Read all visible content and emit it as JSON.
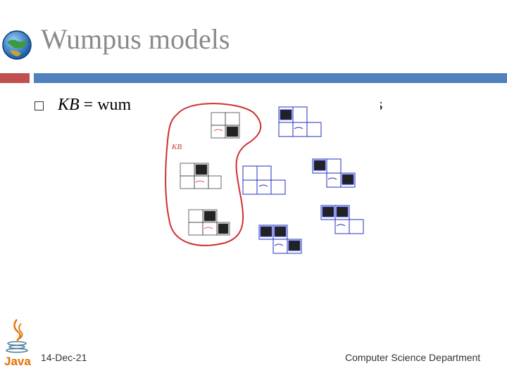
{
  "slide": {
    "title": "Wumpus models",
    "bullet": {
      "kb": "KB",
      "text_left": " = wum",
      "text_right": "ons"
    },
    "figure_label": "KB",
    "footer": {
      "date": "14-Dec-21",
      "department": "Computer Science Department"
    },
    "logo_text": "Java"
  },
  "colors": {
    "title": "#8a8a8a",
    "accent_red": "#c0504d",
    "accent_blue": "#4f81bd",
    "kb_outline": "#d03030",
    "grid_blue": "#2030c0",
    "java_orange": "#e76f00"
  }
}
